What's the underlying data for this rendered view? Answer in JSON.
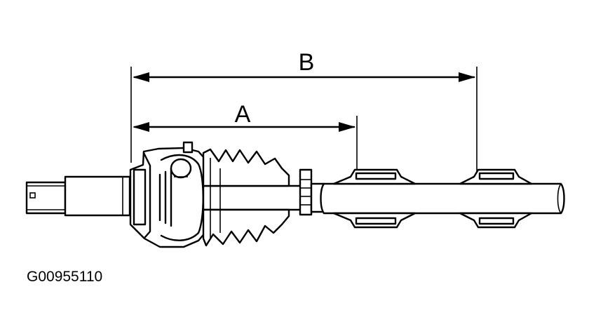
{
  "dimensions": {
    "a_label": "A",
    "b_label": "B"
  },
  "figure_id": "G00955110"
}
